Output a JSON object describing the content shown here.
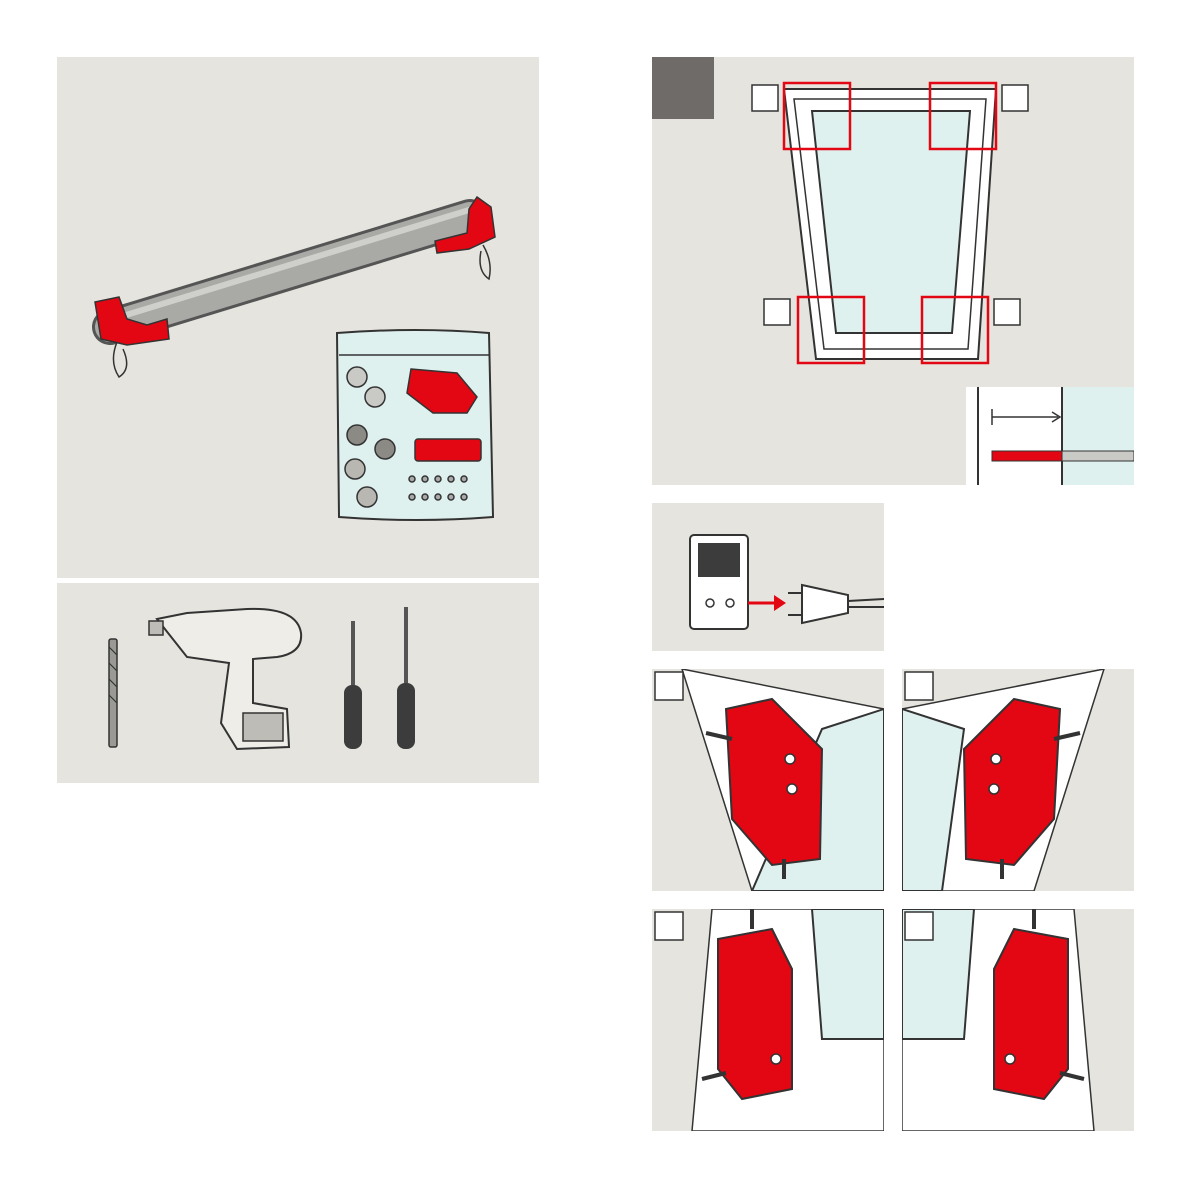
{
  "colors": {
    "panel_bg": "#e5e4de",
    "accent_red": "#e30613",
    "dark_badge": "#6f6b68",
    "glass": "#dff1ef",
    "frame": "#ffffff",
    "outline": "#3c3c3c",
    "cord_pink": "#f2a7c8"
  },
  "panels": {
    "contents": {
      "items": [
        "roller-blind",
        "hardware-bag"
      ]
    },
    "tools": {
      "items": [
        "drill-bit",
        "cordless-drill",
        "phillips-screwdriver",
        "torx-screwdriver"
      ]
    },
    "overview": {
      "step_badge": "dark",
      "corner_boxes": 4
    },
    "power": {
      "items": [
        "power-socket",
        "plug-arrow",
        "mains-plug"
      ]
    },
    "details": {
      "corners": [
        "top-left",
        "top-right",
        "bottom-left",
        "bottom-right"
      ]
    }
  }
}
